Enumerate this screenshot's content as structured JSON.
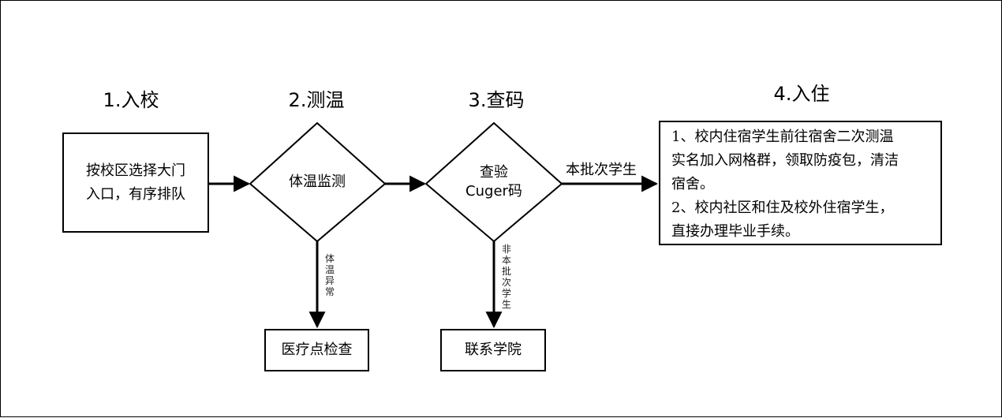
{
  "steps": [
    {
      "title": "1.入校"
    },
    {
      "title": "2.测温"
    },
    {
      "title": "3.查码"
    },
    {
      "title": "4.入住"
    }
  ],
  "entry_box": {
    "line1": "按校区选择大门",
    "line2": "入口，有序排队"
  },
  "temp_diamond": {
    "label": "体温监测"
  },
  "code_diamond": {
    "line1": "查验",
    "line2": "Cuger码"
  },
  "medical_box": {
    "label": "医疗点检查"
  },
  "contact_box": {
    "label": "联系学院"
  },
  "edge_labels": {
    "temp_abnormal": "体温异常",
    "not_this_batch": "非本批次学生",
    "this_batch": "本批次学生"
  },
  "checkin_box": {
    "lines": [
      "1、校内住宿学生前往宿舍二次测温",
      "实名加入网格群，领取防疫包，清洁",
      "宿舍。",
      "2、校内社区和住及校外住宿学生，",
      "直接办理毕业手续。"
    ]
  },
  "colors": {
    "stroke": "#000000",
    "background": "#ffffff"
  }
}
